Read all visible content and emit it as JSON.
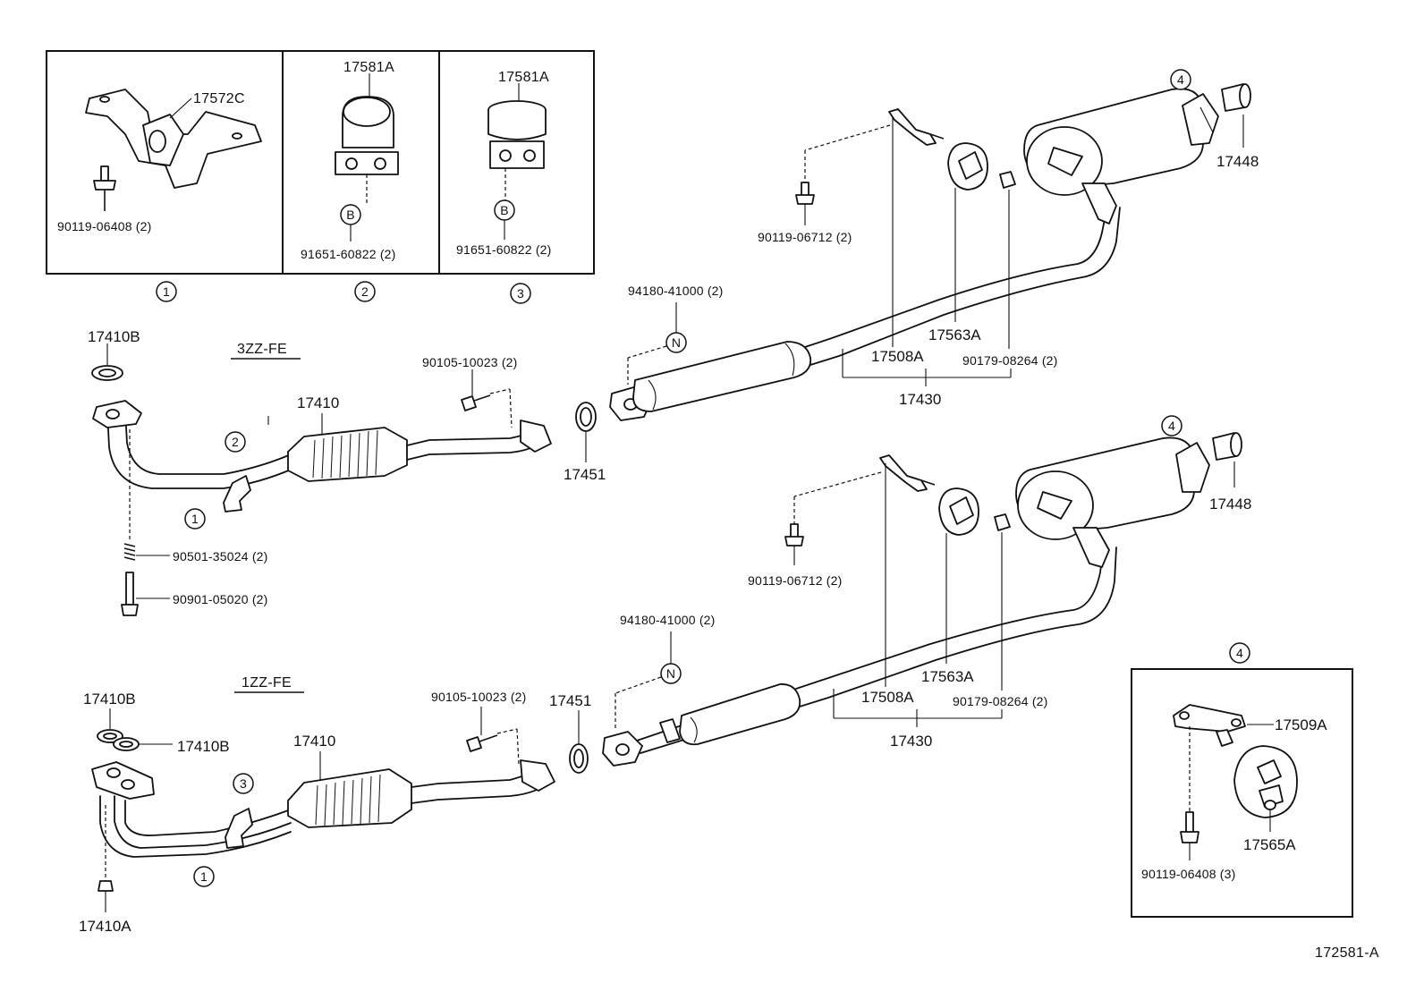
{
  "engines": {
    "top": "3ZZ-FE",
    "bottom": "1ZZ-FE"
  },
  "markers": {
    "c1": "1",
    "c2": "2",
    "c3": "3",
    "c4": "4",
    "b": "B",
    "n": "N"
  },
  "inset_box": {
    "p_17572C": "17572C",
    "p_90119_06408_2": "90119-06408 (2)",
    "p_17581A": "17581A",
    "p_91651_60822_2": "91651-60822 (2)"
  },
  "top_system": {
    "p_17410B": "17410B",
    "p_17410": "17410",
    "p_90105_10023_2": "90105-10023 (2)",
    "p_17451": "17451",
    "p_90501_35024_2": "90501-35024 (2)",
    "p_90901_05020_2": "90901-05020 (2)",
    "p_94180_41000_2": "94180-41000 (2)",
    "p_90119_06712_2": "90119-06712 (2)",
    "p_17563A": "17563A",
    "p_17508A": "17508A",
    "p_90179_08264_2": "90179-08264 (2)",
    "p_17430": "17430",
    "p_17448": "17448"
  },
  "bottom_system": {
    "p_17410B": "17410B",
    "p_17410": "17410",
    "p_90105_10023_2": "90105-10023 (2)",
    "p_17451": "17451",
    "p_17410A": "17410A",
    "p_94180_41000_2": "94180-41000 (2)",
    "p_90119_06712_2": "90119-06712 (2)",
    "p_17563A": "17563A",
    "p_17508A": "17508A",
    "p_90179_08264_2": "90179-08264 (2)",
    "p_17430": "17430",
    "p_17448": "17448"
  },
  "inset4": {
    "p_17509A": "17509A",
    "p_17565A": "17565A",
    "p_90119_06408_3": "90119-06408 (3)"
  },
  "diagram_id": "172581-A"
}
